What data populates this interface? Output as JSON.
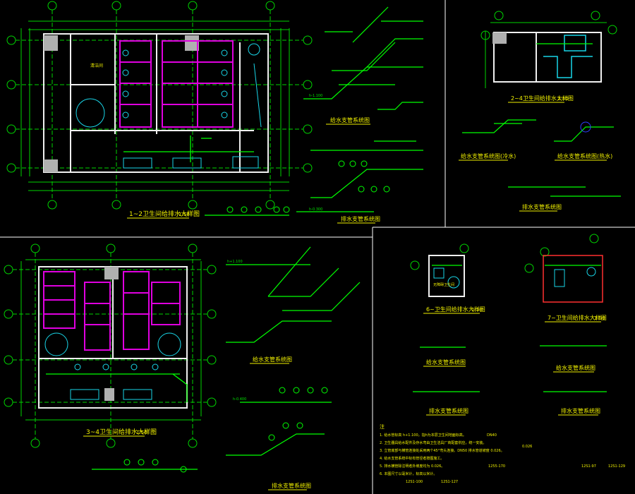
{
  "colors": {
    "background": "#000000",
    "wall": "#f0f0f0",
    "dimension": "#00d400",
    "partition": "#e000e0",
    "fixture": "#19d6e8",
    "pipe": "#00ff00",
    "text": "#f2f200",
    "frame": "#ffffff",
    "accent": "#ff3030"
  },
  "plans": [
    {
      "id": "plan1",
      "title": "1~2卫生间给排水大样图",
      "scale": "1:50"
    },
    {
      "id": "plan2",
      "title": "2~4卫生间给排水大样图",
      "scale": "1:50"
    },
    {
      "id": "plan3",
      "title": "3~4卫生间给排水大样图",
      "scale": "1:50"
    },
    {
      "id": "plan6",
      "title": "6~卫生间给排水大样图",
      "scale": "1:50"
    },
    {
      "id": "plan7",
      "title": "7~卫生间给排水大样图",
      "scale": "1:50"
    }
  ],
  "diagram_titles": {
    "d1_supply": "给水支管系统图",
    "d1_drain": "排水支管系统图",
    "d2_supply": "给水支管系统图(冷水)",
    "d2_hot": "给水支管系统图(热水)",
    "d2_drain": "排水支管系统图",
    "d3_supply": "给水支管系统图",
    "d3_drain": "排水支管系统图",
    "d6_supply": "给水支管系统图",
    "d6_drain": "排水支管系统图",
    "d7_supply": "给水支管系统图",
    "d7_drain": "排水支管系统图"
  },
  "room_labels": {
    "plan1_room": "清洁间",
    "plan6_room": "无障碍卫生间"
  },
  "elevations": {
    "e1": "h-1.100",
    "e2": "h-0.300",
    "e3": "h+1.100",
    "e4": "h-0.400"
  },
  "notes": {
    "heading": "注",
    "lines": [
      "1. 给水管标高 h+1.100，指h为本层卫生间地面标高。",
      "2. 卫生器具给水配件及存水弯由卫生洁具厂商配套供应，统一安装。",
      "3. 立管底部与横管连接处采用两个45°弯头连接。DN50 排水管道坡度 0.026。",
      "4. 给水支管系统中标有管径者按图施工。",
      "5. 排水横管除注明者外坡度均为 0.026。",
      "6. 本图尺寸以毫米计，标高以米计。"
    ],
    "refs": [
      "DN40",
      "0.026",
      "1255-170",
      "12S1-127",
      "12S1-97",
      "12S1-129",
      "12S1-100"
    ]
  }
}
